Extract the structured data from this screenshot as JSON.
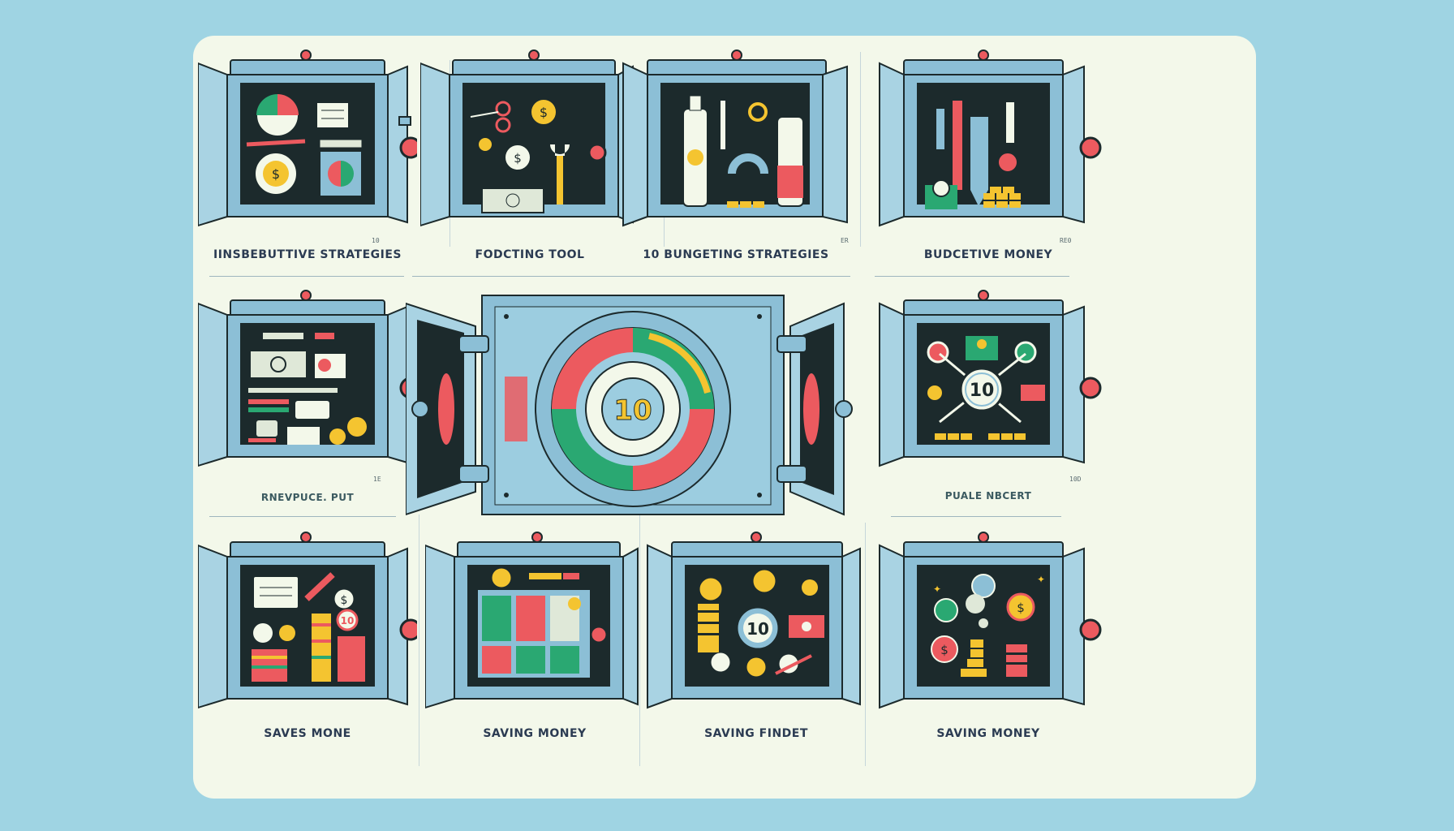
{
  "tiles": [
    {
      "id": "t1",
      "label": "IINSBEBUTTIVE STRATEGIES",
      "tick": "10"
    },
    {
      "id": "t2",
      "label": "FODCTING TOOL",
      "tick": ""
    },
    {
      "id": "t3",
      "label": "10 BUNGETING STRATEGIES",
      "tick": "ER"
    },
    {
      "id": "t4",
      "label": "BUDCETIVE MONEY",
      "tick": "RE0"
    },
    {
      "id": "t5",
      "label": "RNEVPUCE. PUT",
      "tick": "1E"
    },
    {
      "id": "t6",
      "label": "PUALE NBCERT",
      "tick": "10D"
    },
    {
      "id": "t7",
      "label": "SAVES MONE",
      "tick": ""
    },
    {
      "id": "t8",
      "label": "SAVING MONEY",
      "tick": ""
    },
    {
      "id": "t9",
      "label": "SAVING FINDET",
      "tick": ""
    },
    {
      "id": "t10",
      "label": "SAVING MONEY",
      "tick": ""
    }
  ],
  "center": {
    "dial_number": "10"
  },
  "tile_badges": {
    "t6_number": "10",
    "t7_number": "10",
    "t9_number": "10"
  },
  "colors": {
    "background": "#9fd4e3",
    "card": "#f3f8ea",
    "steel": "#8cbfd6",
    "dark": "#1c2a2c",
    "red": "#ec5a5f",
    "green": "#2aa872",
    "yellow": "#f4c430"
  },
  "icons": [
    "safe-icon",
    "pie-chart-icon",
    "coin-icon",
    "money-bill-icon",
    "wrench-icon",
    "bottle-icon",
    "gold-bars-icon",
    "combination-dial-icon",
    "pencil-icon",
    "scissors-icon"
  ]
}
